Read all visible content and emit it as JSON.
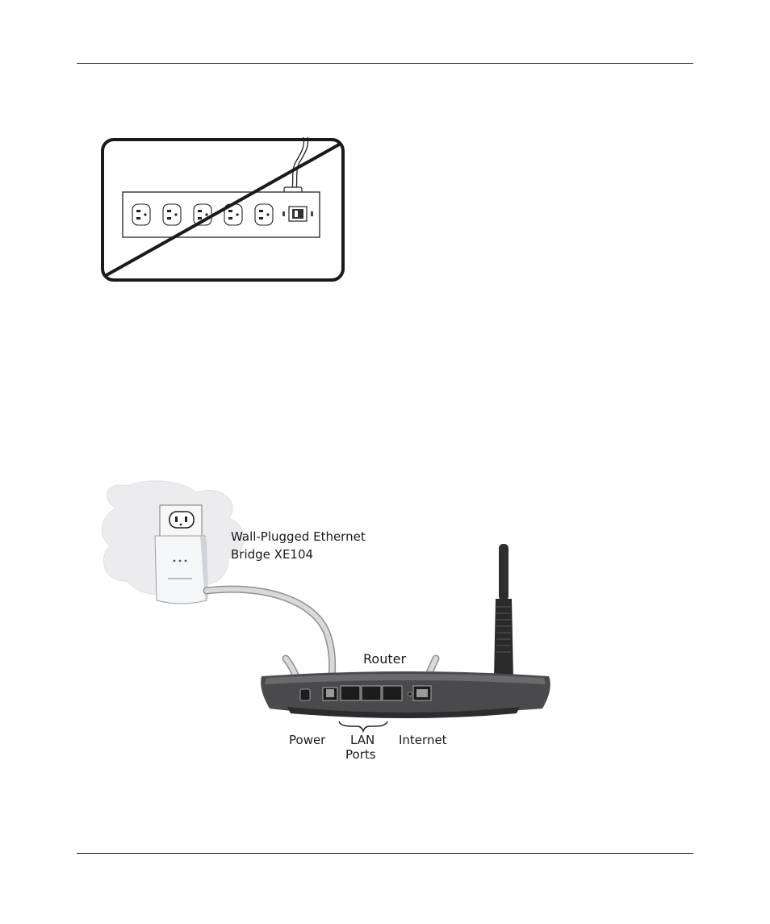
{
  "figure_setup": {
    "labels": {
      "bridge_line1": "Wall-Plugged Ethernet",
      "bridge_line2": "Bridge XE104",
      "router": "Router",
      "power": "Power",
      "lan_line1": "LAN",
      "lan_line2": "Ports",
      "internet": "Internet"
    },
    "icons": [
      "wall-outlet-icon",
      "ethernet-bridge-icon",
      "router-icon",
      "antenna-icon"
    ]
  },
  "figure_strip": {
    "icons": [
      "power-strip-icon",
      "prohibited-slash-icon"
    ]
  },
  "colors": {
    "rule": "#333333",
    "cloud": "#ececee",
    "router_body": "#4a4a4c",
    "cable": "#c9c9c9"
  }
}
